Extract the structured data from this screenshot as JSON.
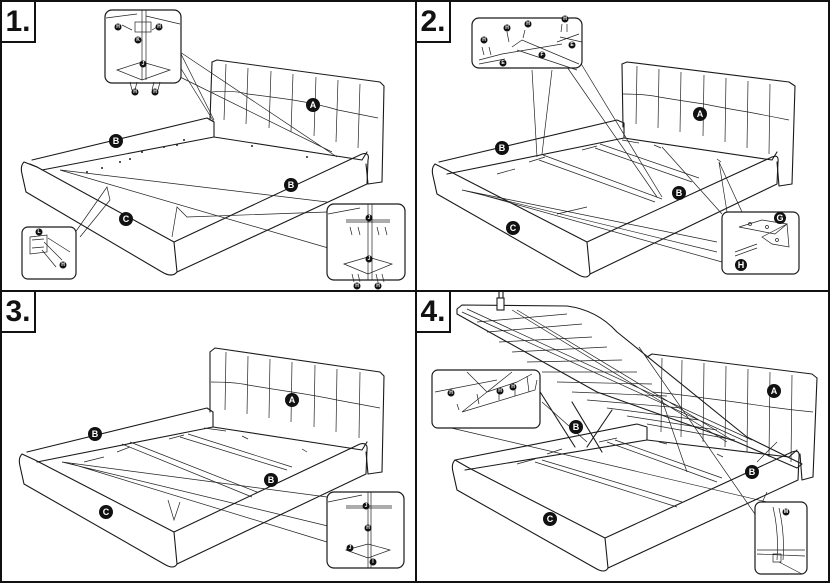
{
  "document": {
    "type": "bed assembly instructions",
    "steps": [
      {
        "number": "1.",
        "part_labels": [
          "A",
          "B",
          "B",
          "C"
        ],
        "inset_labels": [
          "H",
          "H",
          "K",
          "J",
          "H",
          "H",
          "L",
          "H",
          "J",
          "J",
          "H",
          "H"
        ]
      },
      {
        "number": "2.",
        "part_labels": [
          "A",
          "B",
          "B",
          "C"
        ],
        "inset_labels": [
          "H",
          "H",
          "H",
          "H",
          "E",
          "E",
          "F",
          "G",
          "H"
        ]
      },
      {
        "number": "3.",
        "part_labels": [
          "A",
          "B",
          "B",
          "C"
        ],
        "inset_labels": [
          "J",
          "H",
          "J",
          "I"
        ]
      },
      {
        "number": "4.",
        "part_labels": [
          "A",
          "B",
          "B",
          "C"
        ],
        "inset_labels": [
          "H",
          "H",
          "H",
          "M"
        ]
      }
    ]
  },
  "colors": {
    "ink": "#111111",
    "paper": "#ffffff"
  }
}
